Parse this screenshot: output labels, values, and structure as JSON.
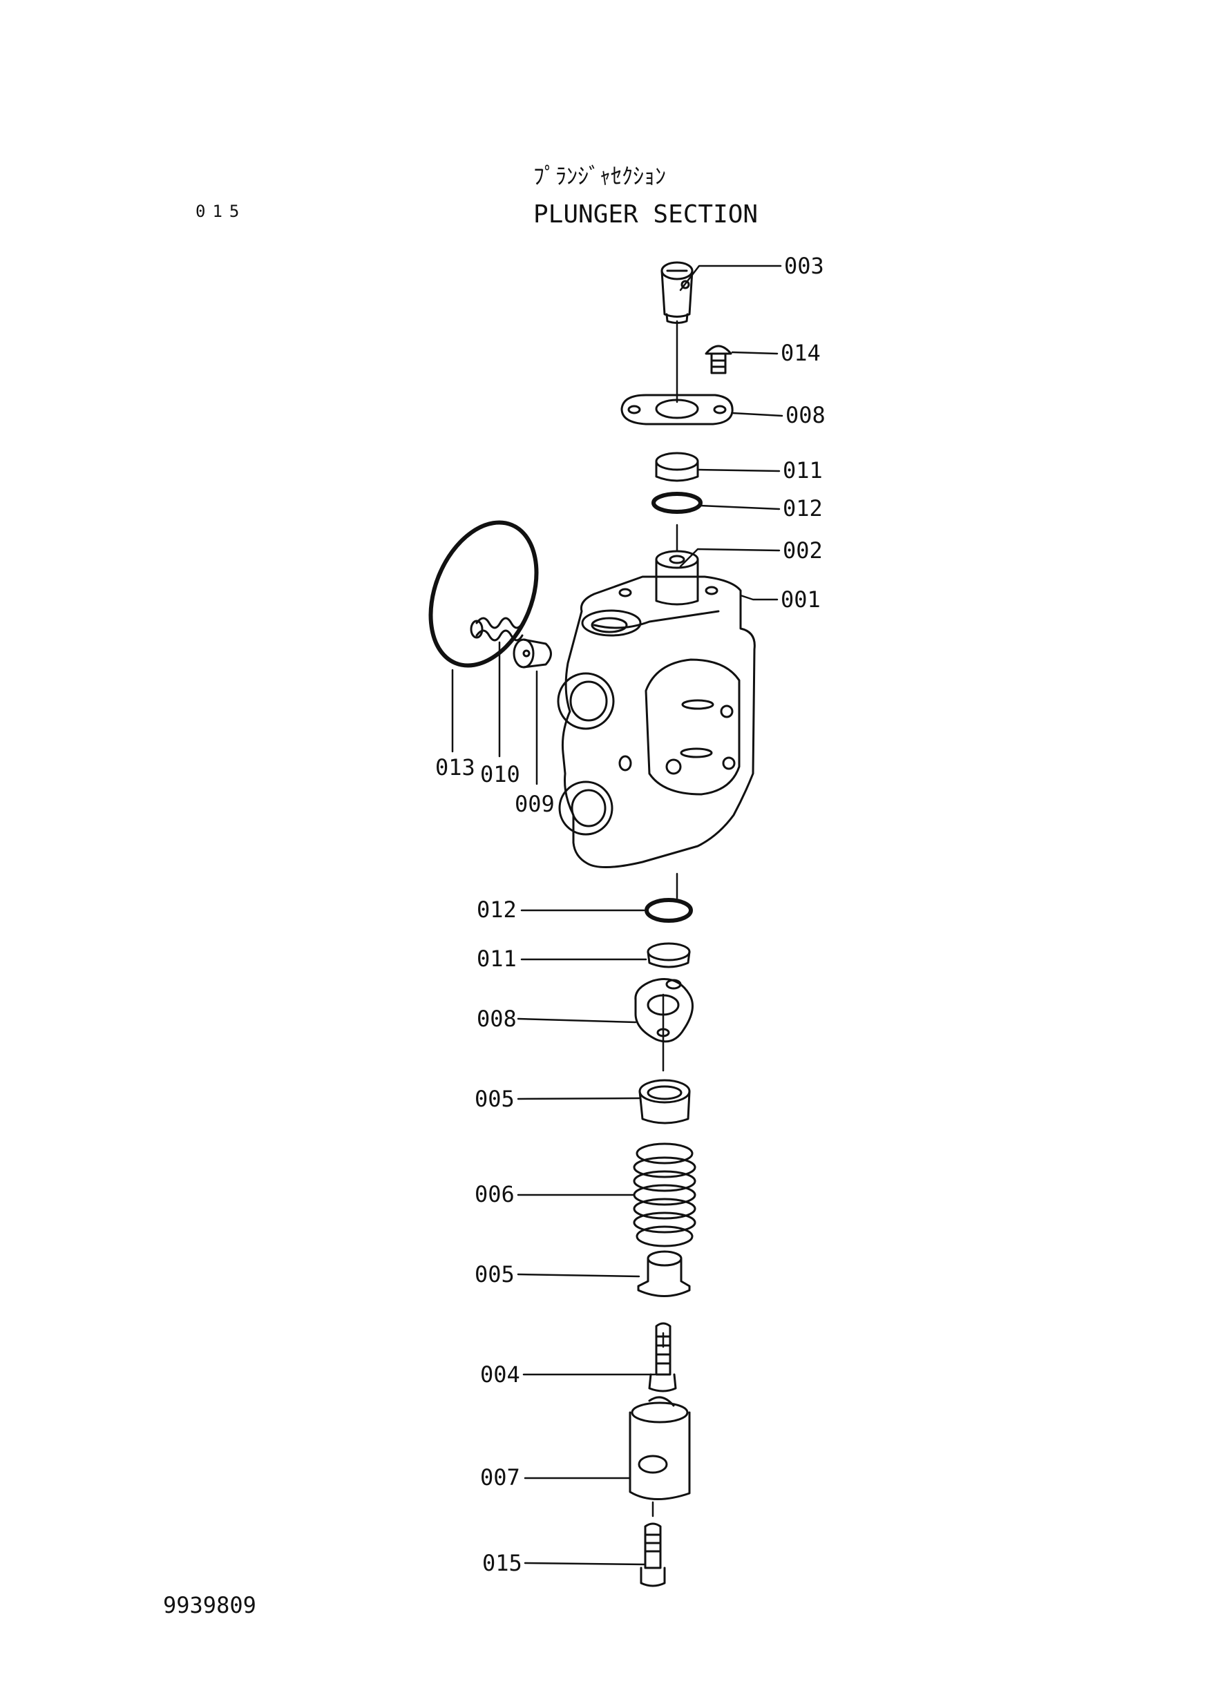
{
  "page_number": "015",
  "title_jp": "ﾌﾟﾗﾝｼﾞｬｾｸｼｮﾝ",
  "title_en": "PLUNGER SECTION",
  "drawing_number": "9939809",
  "callouts": [
    "003",
    "014",
    "008",
    "011",
    "012",
    "002",
    "001",
    "013",
    "010",
    "009",
    "012",
    "011",
    "008",
    "005",
    "006",
    "005",
    "004",
    "007",
    "015"
  ]
}
